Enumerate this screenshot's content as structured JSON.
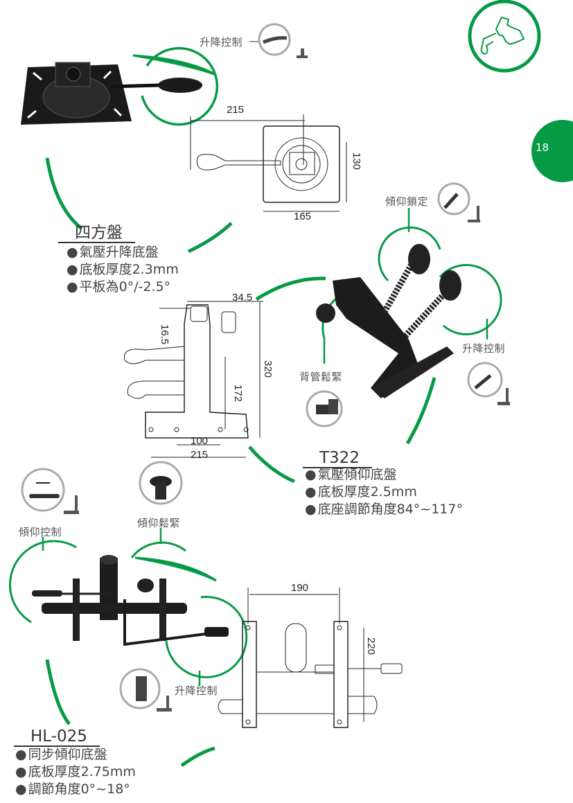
{
  "page": {
    "number": "18",
    "accent_color": "#079a45",
    "header_icon": "chair-mechanism-icon"
  },
  "products": [
    {
      "model": "四方盤",
      "specs": [
        "氣壓升降底盤",
        "底板厚度2.3mm",
        "平板為0°/-2.5°"
      ],
      "callouts": [
        {
          "label": "升降控制",
          "icon": "height-control-lever-icon"
        }
      ],
      "dimensions": {
        "lever_length": "215",
        "plate_width": "165",
        "hole_spacing": "130"
      }
    },
    {
      "model": "T322",
      "specs": [
        "氣壓傾仰底盤",
        "底板厚度2.5mm",
        "底座調節角度84°~117°"
      ],
      "callouts": [
        {
          "label": "傾仰鎖定",
          "icon": "tilt-lock-lever-icon"
        },
        {
          "label": "升降控制",
          "icon": "height-control-lever-icon"
        },
        {
          "label": "背管鬆緊",
          "icon": "backrest-tension-knob-icon"
        }
      ],
      "dimensions": {
        "top_width": "34.5",
        "top_offset": "16.5",
        "total_height": "320",
        "hole_height": "172",
        "inner_holes": "100",
        "outer_holes": "215"
      }
    },
    {
      "model": "HL-025",
      "specs": [
        "同步傾仰底盤",
        "底板厚度2.75mm",
        "調節角度0°~18°"
      ],
      "callouts": [
        {
          "label": "傾仰控制",
          "icon": "tilt-control-lever-icon"
        },
        {
          "label": "傾仰鬆緊",
          "icon": "tilt-tension-knob-icon"
        },
        {
          "label": "升降控制",
          "icon": "height-control-lever-icon"
        }
      ],
      "dimensions": {
        "plate_width": "190",
        "plate_depth": "220"
      }
    }
  ]
}
